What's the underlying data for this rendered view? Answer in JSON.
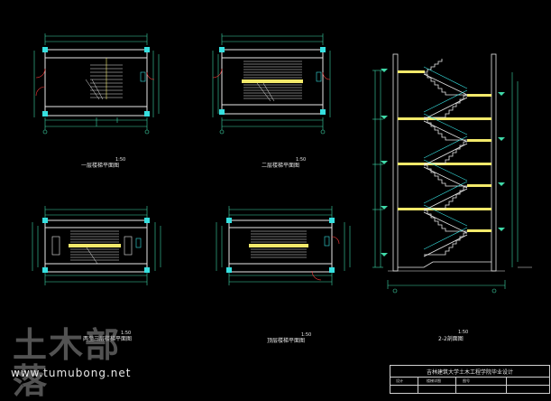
{
  "drawing": {
    "views": [
      {
        "id": "plan1",
        "label": "一层楼梯平面图",
        "scale": "1:50"
      },
      {
        "id": "plan2",
        "label": "二层楼梯平面图",
        "scale": "1:50"
      },
      {
        "id": "plan3",
        "label": "两至三层楼梯平面图",
        "scale": "1:50"
      },
      {
        "id": "plan4",
        "label": "顶层楼梯平面图",
        "scale": "1:50"
      },
      {
        "id": "section",
        "label": "2-2剖面图",
        "scale": "1:50"
      }
    ],
    "title_block": {
      "title": "吉林建筑大学土木工程学院毕业设计",
      "cells": [
        "设计",
        "楼梯详图",
        "图号"
      ]
    }
  },
  "watermark": {
    "brand": "土木部落",
    "url": "www.tumubong.net"
  },
  "colors": {
    "background": "#000000",
    "wall": "#e8e8e8",
    "dimension": "#3fd8a8",
    "stair": "#f2e96a",
    "column": "#36e0e0",
    "door": "#ff3b3b",
    "text": "#e6e6e6"
  }
}
